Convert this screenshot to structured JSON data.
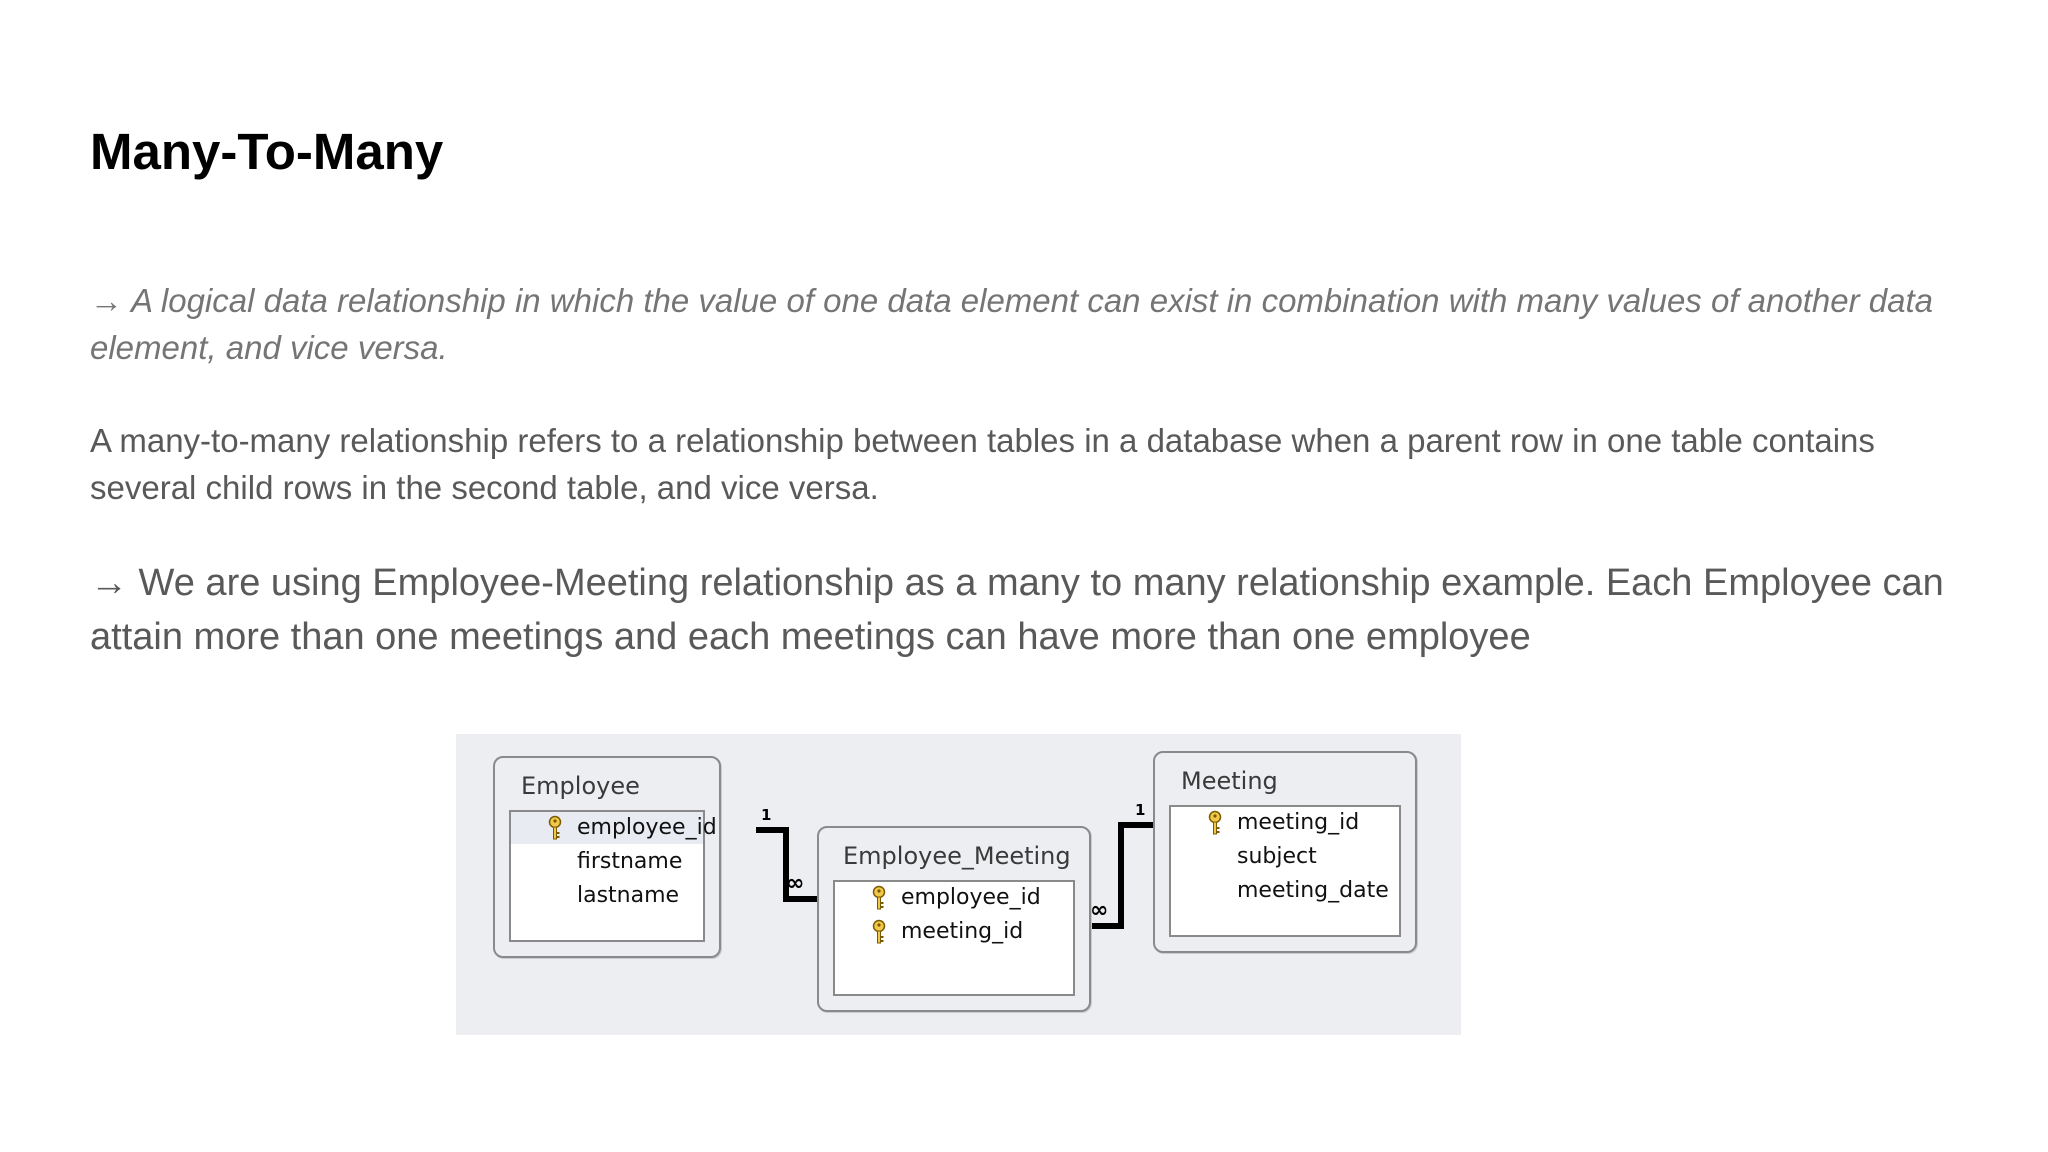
{
  "slide": {
    "title": "Many-To-Many",
    "definition": "→ A logical data relationship in which the value of one data element can exist in combination with many values of another data element, and vice versa.",
    "explanation": "A many-to-many relationship refers to a relationship between tables in a database when a parent row in one table contains several child rows in the second table, and vice versa.",
    "example": " → We are using Employee-Meeting relationship as a many to many relationship example. Each Employee can attain more than one meetings and each meetings can have more than one employee"
  },
  "diagram": {
    "tables": {
      "employee": {
        "name": "Employee",
        "fields": [
          "employee_id",
          "firstname",
          "lastname"
        ]
      },
      "employee_meeting": {
        "name": "Employee_Meeting",
        "fields": [
          "employee_id",
          "meeting_id"
        ]
      },
      "meeting": {
        "name": "Meeting",
        "fields": [
          "meeting_id",
          "subject",
          "meeting_date"
        ]
      }
    },
    "relationships": {
      "employee_to_link": {
        "one_label": "1",
        "many_label": "∞"
      },
      "meeting_to_link": {
        "one_label": "1",
        "many_label": "∞"
      }
    }
  },
  "colors": {
    "title": "#000000",
    "definition_text": "#757575",
    "body_text": "#595959",
    "diagram_background": "#eceef2",
    "key_icon": "#e0b93a"
  },
  "icons": {
    "primary_key": "key-icon"
  }
}
